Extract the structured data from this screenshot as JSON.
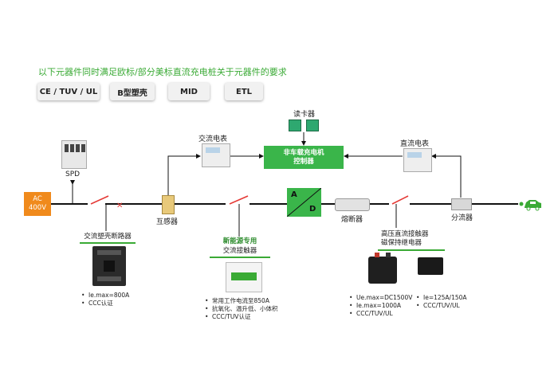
{
  "title": "以下元器件同时满足欧标/部分美标直流充电桩关于元器件的要求",
  "tags": [
    "CE / TUV / UL",
    "B型塑壳",
    "MID",
    "ETL"
  ],
  "ac_source": {
    "line1": "AC",
    "line2": "400V"
  },
  "labels": {
    "spd": "SPD",
    "ct": "互感器",
    "ac_meter": "交流电表",
    "card_reader": "读卡器",
    "controller_line1": "非车载充电机",
    "controller_line2": "控制器",
    "dc_meter": "直流电表",
    "fuse": "熔断器",
    "shunt": "分流器",
    "ad_a": "A",
    "ad_d": "D"
  },
  "mccb": {
    "title": "交流塑壳断路器",
    "bullets": [
      "Ie.max=800A",
      "CCC认证"
    ]
  },
  "contactor": {
    "title_line1": "新能源专用",
    "title_line2": "交流接触器",
    "bullets": [
      "常用工作电流至850A",
      "抗氧化、温升低、小体积",
      "CCC/TUV认证"
    ]
  },
  "dc_contactor": {
    "title_line1": "高压直流接触器",
    "title_line2": "磁保持继电器",
    "bullets_left": [
      "Ue.max=DC1500V",
      "Ie.max=1000A",
      "CCC/TUV/UL"
    ],
    "bullets_right": [
      "Ie=125A/150A",
      "CCC/TUV/UL"
    ]
  },
  "colors": {
    "accent_green": "#3aaa35",
    "ac_orange": "#f08a1c",
    "breaker_red": "#e53935"
  }
}
